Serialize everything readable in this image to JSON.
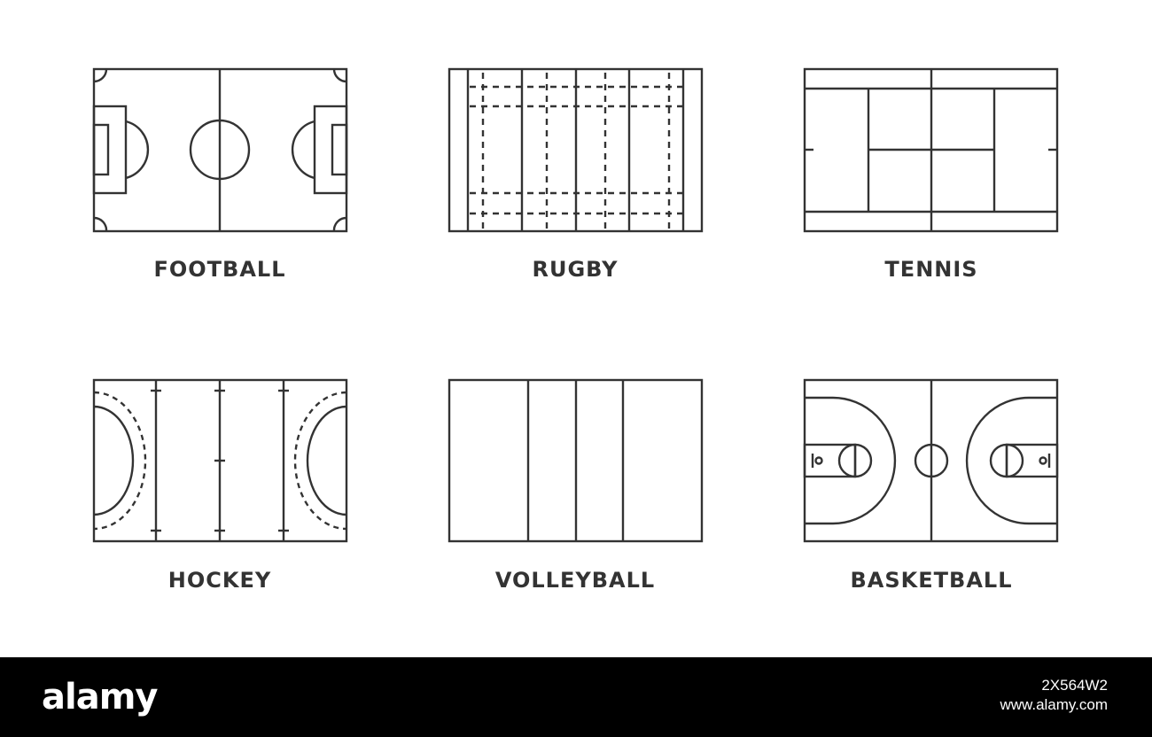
{
  "fields": [
    {
      "id": "football",
      "label": "FOOTBALL"
    },
    {
      "id": "rugby",
      "label": "RUGBY"
    },
    {
      "id": "tennis",
      "label": "TENNIS"
    },
    {
      "id": "hockey",
      "label": "HOCKEY"
    },
    {
      "id": "volleyball",
      "label": "VOLLEYBALL"
    },
    {
      "id": "basketball",
      "label": "BASKETBALL"
    }
  ],
  "colors": {
    "line": "#333333",
    "background": "#ffffff",
    "footer": "#000000"
  },
  "footer": {
    "logo": "alamy",
    "image_id": "2X564W2",
    "site": "www.alamy.com"
  }
}
